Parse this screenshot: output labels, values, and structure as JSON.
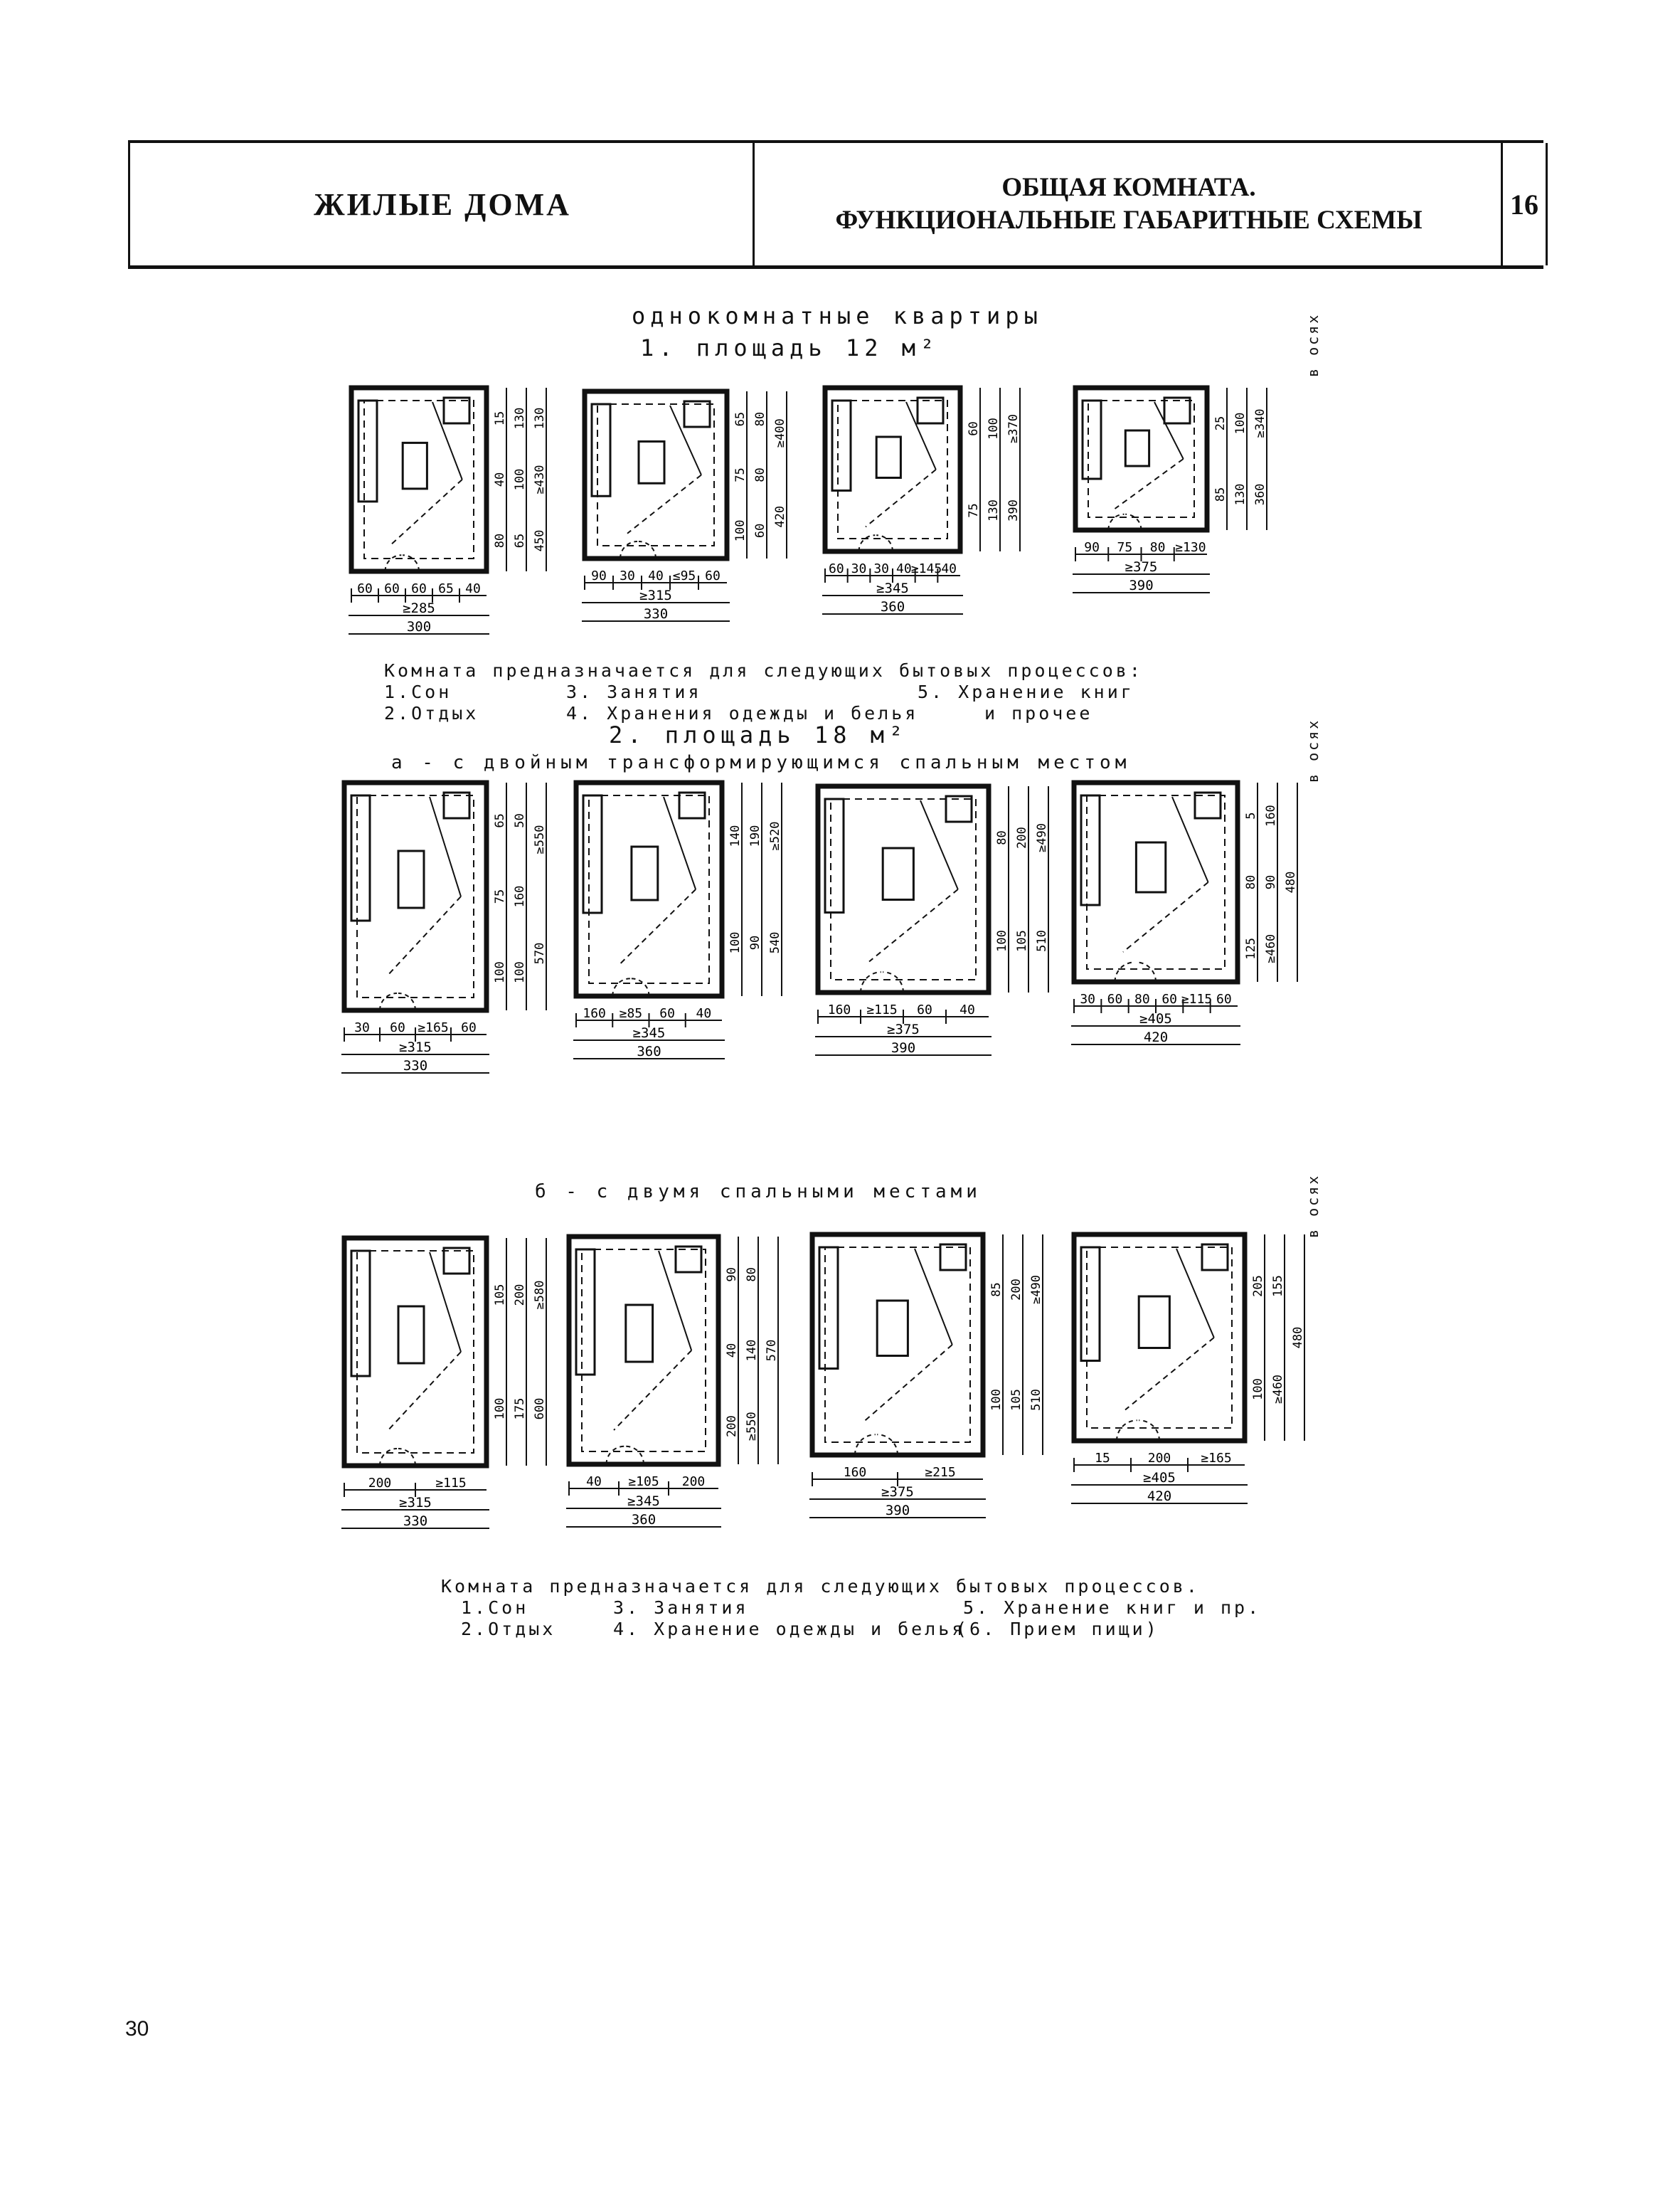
{
  "header": {
    "section": "ЖИЛЫЕ ДОМА",
    "title_line1": "ОБЩАЯ КОМНАТА.",
    "title_line2": "ФУНКЦИОНАЛЬНЫЕ ГАБАРИТНЫЕ СХЕМЫ",
    "sheet_number": "16"
  },
  "section1": {
    "heading": "однокомнатные квартиры",
    "area_title": "1. площадь 12 м²",
    "axis_note": "в осях",
    "plans": [
      {
        "widths": [
          "60",
          "60",
          "60",
          "65",
          "40"
        ],
        "totals": [
          "≥285",
          "300"
        ],
        "heights": [
          "15",
          "40",
          "80",
          "130",
          "100",
          "65",
          "130",
          "≥430",
          "450"
        ]
      },
      {
        "widths": [
          "90",
          "30",
          "40",
          "≤95",
          "60"
        ],
        "totals": [
          "≥315",
          "330"
        ],
        "heights": [
          "65",
          "75",
          "100",
          "80",
          "80",
          "60",
          "≥400",
          "420"
        ]
      },
      {
        "widths": [
          "60",
          "30",
          "30",
          "40",
          "≥145",
          "40"
        ],
        "totals": [
          "≥345",
          "360"
        ],
        "heights": [
          "60",
          "75",
          "100",
          "130",
          "≥370",
          "390"
        ]
      },
      {
        "widths": [
          "90",
          "75",
          "80",
          "≥130"
        ],
        "totals": [
          "≥375",
          "390"
        ],
        "heights": [
          "25",
          "85",
          "100",
          "130",
          "≥340",
          "360"
        ]
      }
    ],
    "processes_intro": "Комната предназначается для следующих бытовых процессов:",
    "processes": [
      "1.Сон",
      "2.Отдых",
      "3. Занятия",
      "4. Хранения одежды и белья",
      "5. Хранение книг",
      "и прочее"
    ]
  },
  "section2": {
    "area_title": "2. площадь 18 м²",
    "sub_a": "а - с двойным трансформирующимся спальным местом",
    "axis_note": "в осях",
    "plans": [
      {
        "widths": [
          "30",
          "60",
          "≥165",
          "60"
        ],
        "totals": [
          "≥315",
          "330"
        ],
        "heights": [
          "65",
          "75",
          "100",
          "50",
          "160",
          "100",
          "≥550",
          "570"
        ]
      },
      {
        "widths": [
          "160",
          "≥85",
          "60",
          "40"
        ],
        "totals": [
          "≥345",
          "360"
        ],
        "heights": [
          "140",
          "100",
          "190",
          "90",
          "≥520",
          "540"
        ]
      },
      {
        "widths": [
          "160",
          "≥115",
          "60",
          "40"
        ],
        "totals": [
          "≥375",
          "390"
        ],
        "heights": [
          "80",
          "100",
          "200",
          "105",
          "≥490",
          "510"
        ]
      },
      {
        "widths": [
          "30",
          "60",
          "80",
          "60",
          "≥115",
          "60"
        ],
        "totals": [
          "≥405",
          "420"
        ],
        "heights": [
          "5",
          "80",
          "125",
          "160",
          "90",
          "≥460",
          "480"
        ]
      }
    ],
    "sub_b": "б - с двумя спальными местами",
    "plans_b": [
      {
        "widths": [
          "200",
          "≥115"
        ],
        "totals": [
          "≥315",
          "330"
        ],
        "heights": [
          "105",
          "100",
          "200",
          "175",
          "≥580",
          "600"
        ]
      },
      {
        "widths": [
          "40",
          "≥105",
          "200"
        ],
        "totals": [
          "≥345",
          "360"
        ],
        "heights": [
          "90",
          "40",
          "200",
          "80",
          "140",
          "≥550",
          "570"
        ]
      },
      {
        "widths": [
          "160",
          "≥215"
        ],
        "totals": [
          "≥375",
          "390"
        ],
        "heights": [
          "85",
          "100",
          "200",
          "105",
          "≥490",
          "510"
        ]
      },
      {
        "widths": [
          "15",
          "200",
          "≥165"
        ],
        "totals": [
          "≥405",
          "420"
        ],
        "heights": [
          "205",
          "100",
          "155",
          "≥460",
          "480"
        ]
      }
    ],
    "processes_intro": "Комната предназначается для следующих бытовых процессов.",
    "processes": [
      "1.Сон",
      "2.Отдых",
      "3. Занятия",
      "4. Хранение одежды и белья",
      "5. Хранение книг и пр.",
      "(6. Прием пищи)"
    ]
  },
  "page_number": "30"
}
